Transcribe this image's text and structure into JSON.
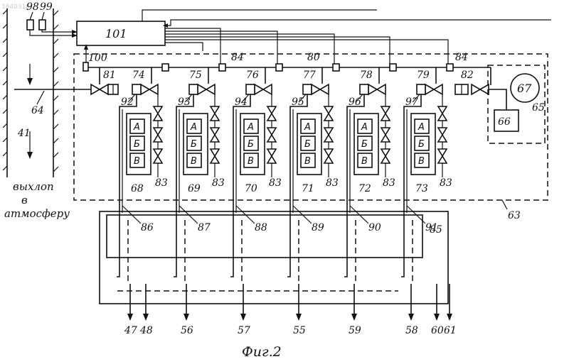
{
  "figure": {
    "caption": "Фиг.2",
    "watermark": "1840316",
    "exhaust_note": [
      "выхлоп",
      "в",
      "атмосферу"
    ]
  },
  "labels": {
    "controller": "101",
    "sensor_98": "98",
    "sensor_99": "99",
    "sensor_100": "100",
    "l41": "41",
    "l64": "64",
    "l63": "63",
    "l65": "65",
    "l66": "66",
    "l67": "67",
    "l80": "80",
    "l81": "81",
    "l82": "82",
    "l84a": "84",
    "l84b": "84",
    "l85": "85"
  },
  "cells": [
    {
      "valve": "74",
      "tag": "92",
      "filter": "68",
      "line": "86",
      "branch": "83"
    },
    {
      "valve": "75",
      "tag": "93",
      "filter": "69",
      "line": "87",
      "branch": "83"
    },
    {
      "valve": "76",
      "tag": "94",
      "filter": "70",
      "line": "88",
      "branch": "83"
    },
    {
      "valve": "77",
      "tag": "95",
      "filter": "71",
      "line": "89",
      "branch": "83"
    },
    {
      "valve": "78",
      "tag": "96",
      "filter": "72",
      "line": "90",
      "branch": "83"
    },
    {
      "valve": "79",
      "tag": "97",
      "filter": "73",
      "line": "91",
      "branch": "83"
    }
  ],
  "layer_letters": [
    "А",
    "Б",
    "В"
  ],
  "outputs": [
    "47",
    "48",
    "56",
    "57",
    "55",
    "59",
    "58",
    "60",
    "61"
  ]
}
